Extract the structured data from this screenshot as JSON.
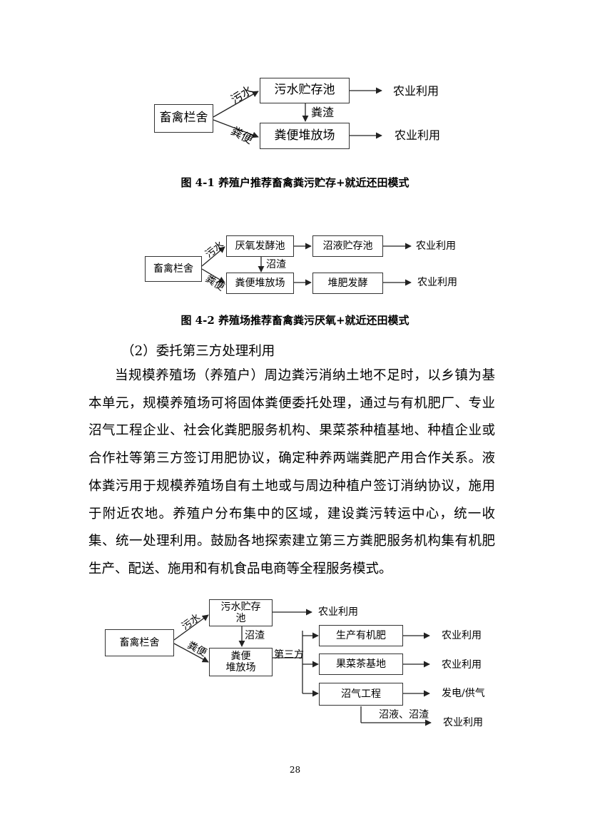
{
  "figure1": {
    "source": "畜禽栏舍",
    "upper_box": "污水贮存池",
    "lower_box": "粪便堆放场",
    "edge_upper": "污水",
    "edge_lower": "粪便",
    "edge_middle": "粪渣",
    "out_upper": "农业利用",
    "out_lower": "农业利用",
    "caption": "图 4-1 养殖户推荐畜禽粪污贮存+就近还田模式"
  },
  "figure2": {
    "source": "畜禽栏舍",
    "box1": "厌氧发酵池",
    "box2": "沼液贮存池",
    "box3": "粪便堆放场",
    "box4": "堆肥发酵",
    "edge_upper": "污水",
    "edge_lower": "粪便",
    "edge_middle": "沼渣",
    "out_upper": "农业利用",
    "out_lower": "农业利用",
    "caption": "图 4-2 养殖场推荐畜禽粪污厌氧+就近还田模式"
  },
  "section": {
    "heading": "（2）委托第三方处理利用",
    "paragraph": "当规模养殖场（养殖户）周边粪污消纳土地不足时，以乡镇为基本单元，规模养殖场可将固体粪便委托处理，通过与有机肥厂、专业沼气工程企业、社会化粪肥服务机构、果菜茶种植基地、种植企业或合作社等第三方签订用肥协议，确定种养两端粪肥产用合作关系。液体粪污用于规模养殖场自有土地或与周边种植户签订消纳协议，施用于附近农地。养殖户分布集中的区域，建设粪污转运中心，统一收集、统一处理利用。鼓励各地探索建立第三方粪肥服务机构集有机肥生产、配送、施用和有机食品电商等全程服务模式。"
  },
  "figure3": {
    "source": "畜禽栏舍",
    "tank_line1": "污水贮存",
    "tank_line2": "池",
    "pile_line1": "粪便",
    "pile_line2": "堆放场",
    "edge_upper": "污水",
    "edge_lower": "粪便",
    "edge_middle": "沼渣",
    "third_party": "第三方",
    "fertilizer": "生产有机肥",
    "orchard": "果菜茶基地",
    "biogas": "沼气工程",
    "out_tank": "农业利用",
    "out_fertilizer": "农业利用",
    "out_orchard": "农业利用",
    "out_biogas": "发电/供气",
    "slurry_label": "沼液、沼渣",
    "out_slurry": "农业利用"
  },
  "page_number": "28"
}
